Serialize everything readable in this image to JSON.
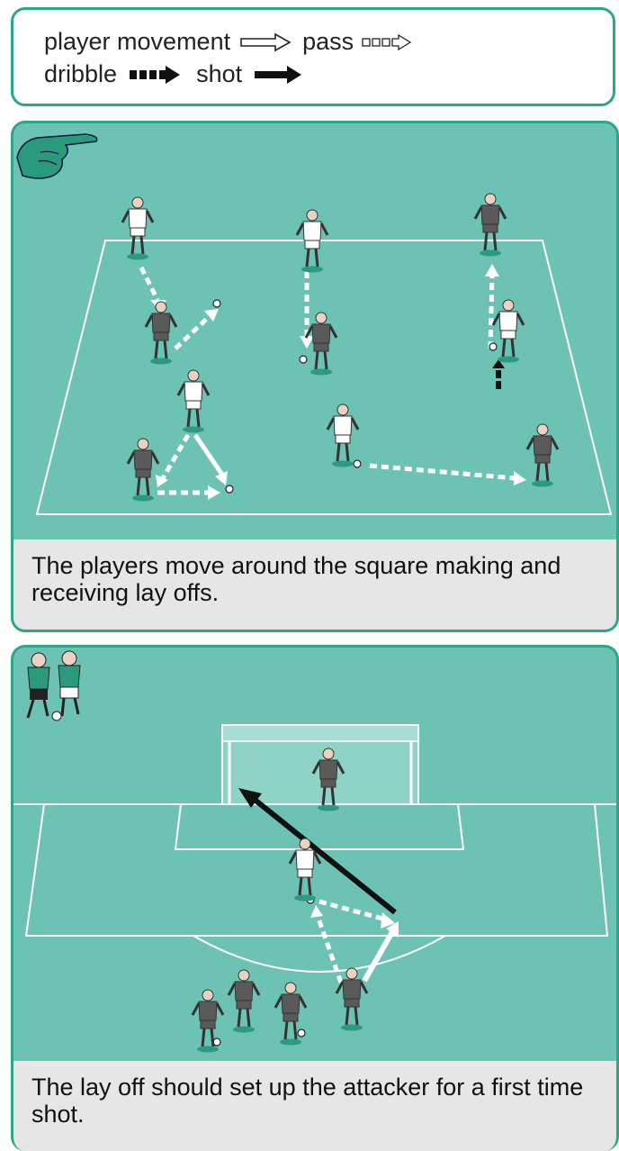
{
  "legend": {
    "player_movement": "player movement",
    "pass": "pass",
    "dribble": "dribble",
    "shot": "shot"
  },
  "panel1": {
    "icon": "pointing-hand-icon",
    "caption": "The players move around the square making and receiving lay offs."
  },
  "panel2": {
    "icon": "two-players-icon",
    "caption": "The lay off should set up the attacker for a first time shot."
  },
  "colors": {
    "pitch": "#6cc3b3",
    "border": "#2aa889",
    "caption_bg": "#e6e6e6",
    "team_dark": "#5a5a5a",
    "team_light": "#ffffff"
  }
}
